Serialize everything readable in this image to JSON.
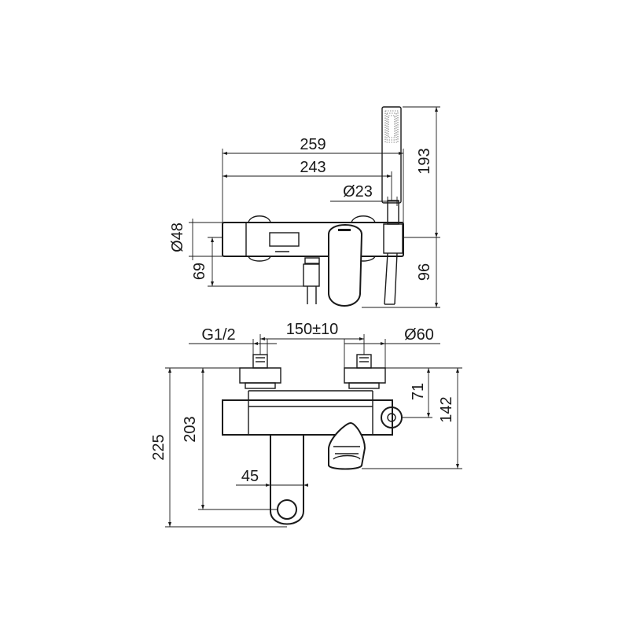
{
  "top_view": {
    "dims": {
      "width_overall": "259",
      "width_body": "243",
      "hose_dia": "Ø23",
      "body_dia": "Ø48",
      "height_body": "69",
      "height_handshower": "193",
      "height_lever": "96"
    }
  },
  "front_view": {
    "dims": {
      "thread": "G1/2",
      "centers": "150±10",
      "flange_dia": "Ø60",
      "depth_overall": "225",
      "depth_lever": "203",
      "spout_offset": "45",
      "depth_flange": "71",
      "depth_spout": "142"
    }
  },
  "colors": {
    "line": "#1a1a1a",
    "background": "#ffffff"
  }
}
